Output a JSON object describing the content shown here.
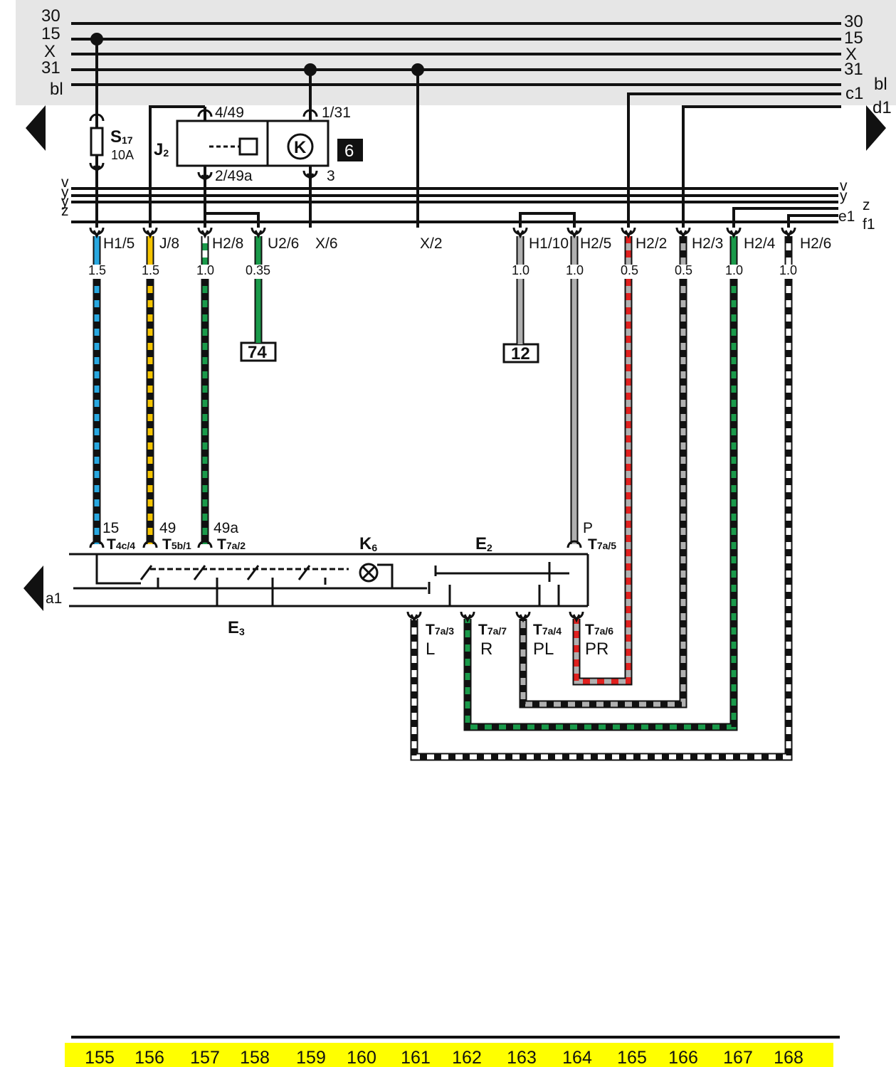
{
  "colors": {
    "header_bg": "#e6e6e6",
    "footer_bar": "#ffff00",
    "wire_black": "#111111",
    "blue": "#29a8e0",
    "yellow": "#f5c400",
    "green": "#1a9a4a",
    "gray": "#b0b0b0",
    "red": "#e0201e",
    "white": "#ffffff"
  },
  "buses": {
    "left": [
      "30",
      "15",
      "X",
      "31",
      "bl"
    ],
    "right": [
      "30",
      "15",
      "X",
      "31",
      "bl",
      "c1",
      "d1"
    ],
    "mid_left": [
      "v",
      "y",
      "y",
      "z"
    ],
    "mid_right": [
      "v",
      "y",
      "z",
      "e1",
      "f1"
    ]
  },
  "fuse": {
    "name": "S",
    "index": "17",
    "rating": "10A"
  },
  "relay": {
    "name": "J",
    "index": "2",
    "pins": [
      "4/49",
      "2/49a",
      "1/31",
      "3"
    ],
    "badge": "6"
  },
  "connectors": [
    "H1/5",
    "J/8",
    "H2/8",
    "U2/6",
    "X/6",
    "X/2",
    "H1/10",
    "H2/5",
    "H2/2",
    "H2/3",
    "H2/4",
    "H2/6"
  ],
  "gauges": [
    "1.5",
    "1.5",
    "1.0",
    "0.35",
    "1.0",
    "1.0",
    "0.5",
    "0.5",
    "1.0",
    "1.0"
  ],
  "refs": [
    "74",
    "12"
  ],
  "switch": {
    "k6": {
      "name": "K",
      "index": "6"
    },
    "e2": {
      "name": "E",
      "index": "2"
    },
    "e3": {
      "name": "E",
      "index": "3"
    },
    "a1": "a1",
    "terminals_top": [
      {
        "label": "15",
        "conn": "T",
        "sub": "4c/4"
      },
      {
        "label": "49",
        "conn": "T",
        "sub": "5b/1"
      },
      {
        "label": "49a",
        "conn": "T",
        "sub": "7a/2"
      },
      {
        "label": "P",
        "conn": "T",
        "sub": "7a/5"
      }
    ],
    "terminals_bottom": [
      {
        "label": "L",
        "conn": "T",
        "sub": "7a/3"
      },
      {
        "label": "R",
        "conn": "T",
        "sub": "7a/7"
      },
      {
        "label": "PL",
        "conn": "T",
        "sub": "7a/4"
      },
      {
        "label": "PR",
        "conn": "T",
        "sub": "7a/6"
      }
    ]
  },
  "columns": [
    "155",
    "156",
    "157",
    "158",
    "159",
    "160",
    "161",
    "162",
    "163",
    "164",
    "165",
    "166",
    "167",
    "168"
  ]
}
